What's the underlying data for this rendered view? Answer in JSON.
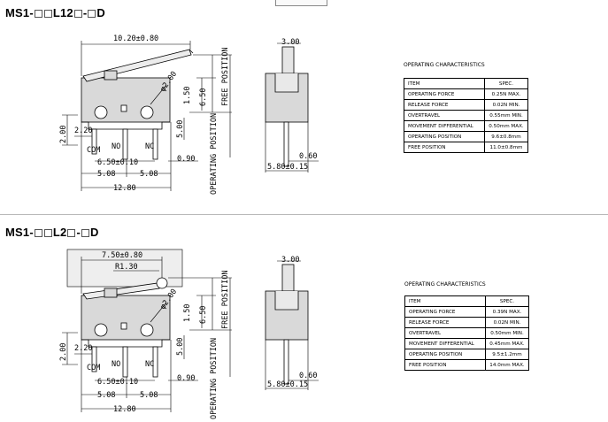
{
  "sections": [
    {
      "title_prefix": "MS1-",
      "title_mid": "L12",
      "title_mid2": "-",
      "title_suffix": "D",
      "dims": {
        "lever_len": "10.20±0.80",
        "pin_spacing": "6.50±0.10",
        "pitch_a": "5.08",
        "pitch_b": "5.08",
        "width": "12.80",
        "hole_dia": "φ2.00",
        "hole_h": "1.50",
        "body_h": "6.50",
        "pin_len": "5.00",
        "pin_stub": "0.90",
        "left_h": "2.00",
        "left_off": "2.20",
        "com": "COM",
        "no": "NO",
        "nc": "NC",
        "free_pos": "FREE POSITION",
        "op_pos": "OPERATING POSITION",
        "side_top": "3.00",
        "side_t": "0.60",
        "side_w": "5.80±0.15"
      },
      "spec_caption": "OPERATING CHARACTERISTICS",
      "spec_header": [
        "ITEM",
        "SPEC."
      ],
      "spec_rows": [
        [
          "OPERATING FORCE",
          "0.25N MAX."
        ],
        [
          "RELEASE FORCE",
          "0.02N MIN."
        ],
        [
          "OVERTRAVEL",
          "0.55mm MIN."
        ],
        [
          "MOVEMENT DIFFERENTIAL",
          "0.50mm MAX."
        ],
        [
          "OPERATING POSITION",
          "9.6±0.8mm"
        ],
        [
          "FREE POSITION",
          "11.0±0.8mm"
        ]
      ]
    },
    {
      "title_prefix": "MS1-",
      "title_mid": "L2",
      "title_mid2": "-",
      "title_suffix": "D",
      "dims": {
        "lever_len": "7.50±0.80",
        "roller_r": "R1.30",
        "pin_spacing": "6.50±0.10",
        "pitch_a": "5.08",
        "pitch_b": "5.08",
        "width": "12.80",
        "hole_dia": "φ2.00",
        "hole_h": "1.50",
        "body_h": "6.50",
        "pin_len": "5.00",
        "pin_stub": "0.90",
        "left_h": "2.00",
        "left_off": "2.20",
        "com": "COM",
        "no": "NO",
        "nc": "NC",
        "free_pos": "FREE POSITION",
        "op_pos": "OPERATING POSITION",
        "side_top": "3.00",
        "side_t": "0.60",
        "side_w": "5.80±0.15"
      },
      "spec_caption": "OPERATING CHARACTERISTICS",
      "spec_header": [
        "ITEM",
        "SPEC."
      ],
      "spec_rows": [
        [
          "OPERATING FORCE",
          "0.39N MAX."
        ],
        [
          "RELEASE FORCE",
          "0.02N MIN."
        ],
        [
          "OVERTRAVEL",
          "0.50mm MIN."
        ],
        [
          "MOVEMENT DIFFERENTIAL",
          "0.45mm MAX."
        ],
        [
          "OPERATING POSITION",
          "9.5±1.2mm"
        ],
        [
          "FREE POSITION",
          "14.0mm MAX."
        ]
      ]
    }
  ]
}
